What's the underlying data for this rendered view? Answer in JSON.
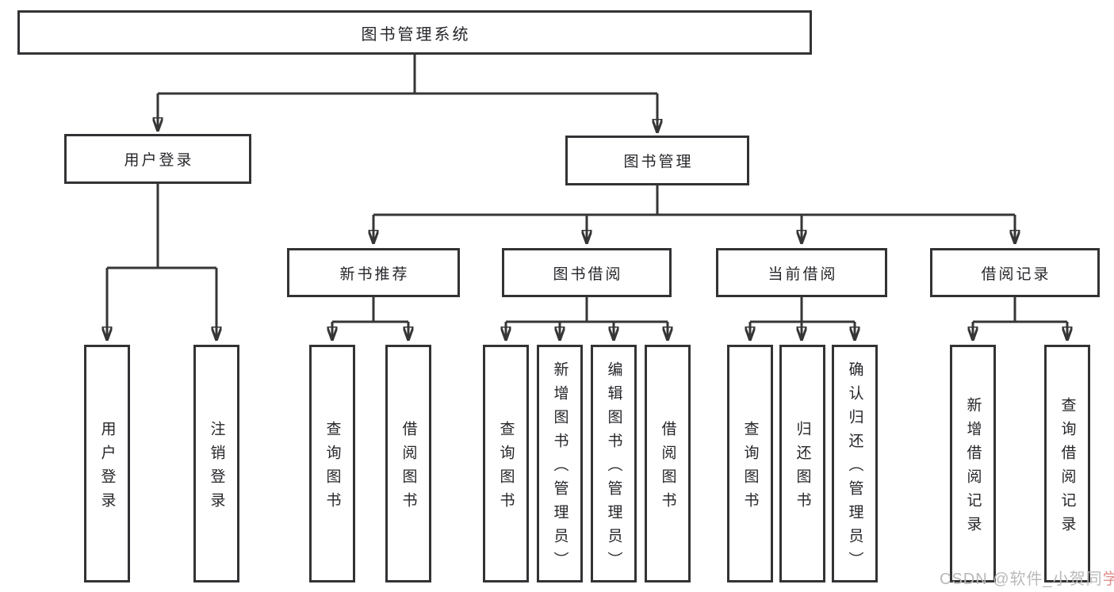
{
  "tree": {
    "label": "图书管理系统",
    "children": [
      {
        "label": "用户登录",
        "children": [
          {
            "label": "用户登录"
          },
          {
            "label": "注销登录"
          }
        ]
      },
      {
        "label": "图书管理",
        "children": [
          {
            "label": "新书推荐",
            "children": [
              {
                "label": "查询图书"
              },
              {
                "label": "借阅图书"
              }
            ]
          },
          {
            "label": "图书借阅",
            "children": [
              {
                "label": "查询图书"
              },
              {
                "label": "新增图书（管理员）"
              },
              {
                "label": "编辑图书（管理员）"
              },
              {
                "label": "借阅图书"
              }
            ]
          },
          {
            "label": "当前借阅",
            "children": [
              {
                "label": "查询图书"
              },
              {
                "label": "归还图书"
              },
              {
                "label": "确认归还（管理员）"
              }
            ]
          },
          {
            "label": "借阅记录",
            "children": [
              {
                "label": "新增借阅记录"
              },
              {
                "label": "查询借阅记录"
              }
            ]
          }
        ]
      }
    ]
  },
  "watermark": {
    "text_gray": "CSDN @软件_小贺同",
    "text_red": "学"
  },
  "colors": {
    "line": "#363636",
    "border": "#333336",
    "text": "#26262b",
    "background": "#ffffff",
    "watermark": "#b9b9b9",
    "watermark_accent": "#e2908f"
  }
}
